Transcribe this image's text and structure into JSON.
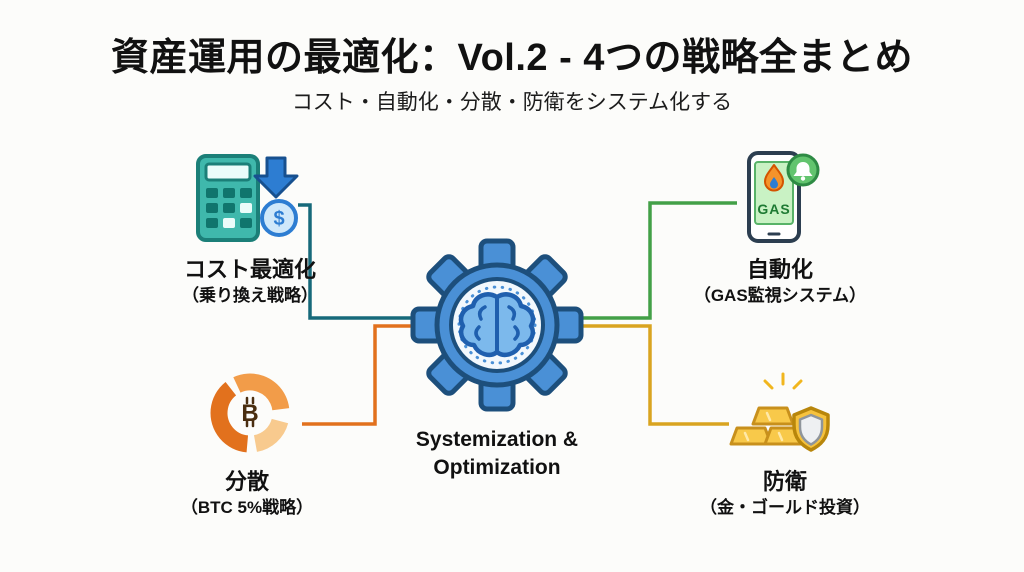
{
  "header": {
    "title": "資産運用の最適化：Vol.2 - 4つの戦略全まとめ",
    "subtitle": "コスト・自動化・分散・防衛をシステム化する"
  },
  "center": {
    "label_line1": "Systemization &",
    "label_line2": "Optimization"
  },
  "nodes": {
    "cost": {
      "label": "コスト最適化",
      "sublabel": "（乗り換え戦略）",
      "coin_symbol": "$",
      "connector_color": "#16697a"
    },
    "automation": {
      "label": "自動化",
      "sublabel": "（GAS監視システム）",
      "screen_text": "GAS",
      "connector_color": "#43a047"
    },
    "diversification": {
      "label": "分散",
      "sublabel": "（BTC 5%戦略）",
      "coin_symbol": "B",
      "connector_color": "#e2711d"
    },
    "defense": {
      "label": "防衛",
      "sublabel": "（金・ゴールド投資）",
      "connector_color": "#d9a420"
    }
  },
  "colors": {
    "background": "#fcfcfa",
    "title_text": "#111111",
    "gear_blue": "#4a90d6",
    "gear_outline": "#1d4f7c",
    "calculator_teal": "#3fb8ac",
    "donut_orange": "#e2711d",
    "phone_screen_green": "#c9f2c4",
    "gold": "#f6c23d"
  }
}
